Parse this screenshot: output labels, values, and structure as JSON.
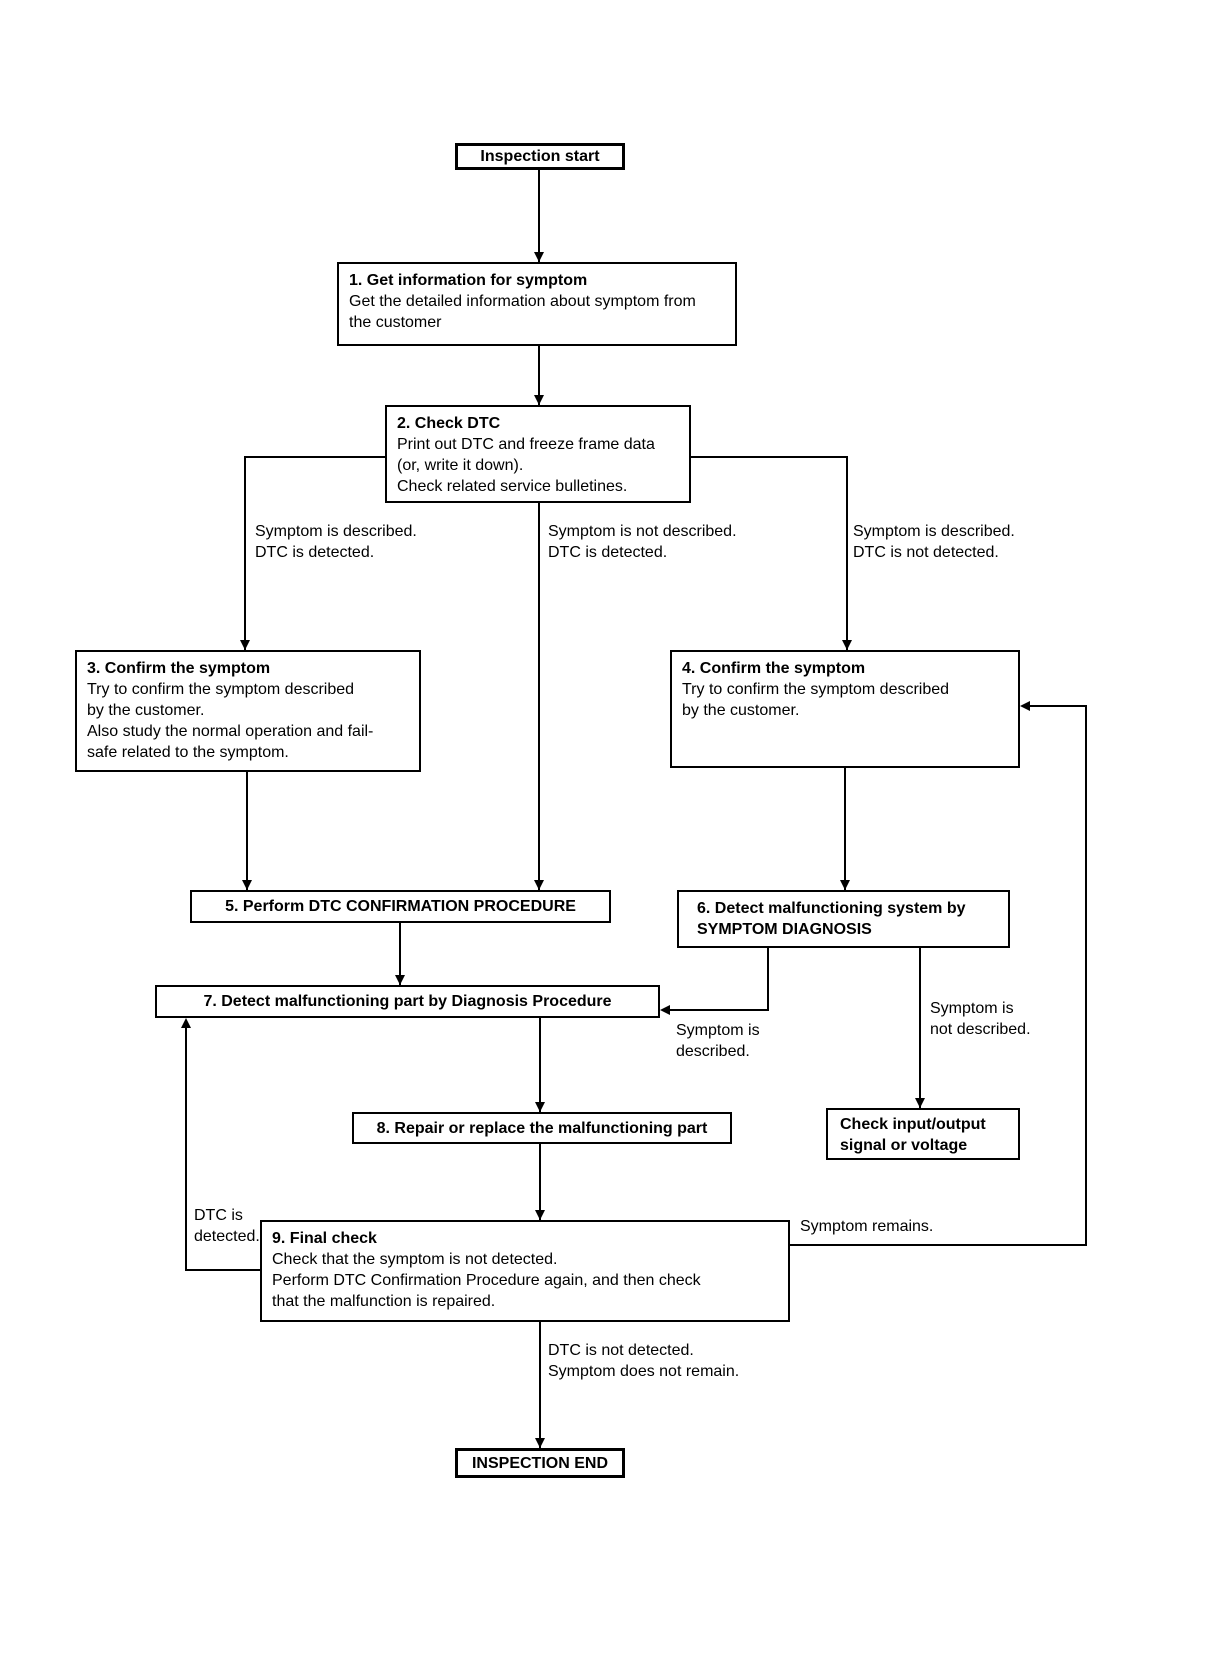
{
  "nodes": {
    "start": {
      "label": "Inspection start"
    },
    "step1": {
      "title": "1. Get information for symptom",
      "body": "Get the detailed information about symptom from\nthe customer"
    },
    "step2": {
      "title": "2. Check DTC",
      "body": "Print out DTC and freeze frame data\n(or, write it down).\nCheck related service bulletines."
    },
    "step3": {
      "title": "3. Confirm the symptom",
      "body": "Try to confirm the symptom described\nby the customer.\nAlso study the normal operation and fail-\nsafe related to the symptom."
    },
    "step4": {
      "title": "4. Confirm the symptom",
      "body": "Try to confirm the symptom described\nby the customer."
    },
    "step5": {
      "title": "5. Perform DTC CONFIRMATION PROCEDURE"
    },
    "step6": {
      "title": "6. Detect malfunctioning system by\nSYMPTOM DIAGNOSIS"
    },
    "step7": {
      "title": "7. Detect malfunctioning part by Diagnosis Procedure"
    },
    "step8": {
      "title": "8. Repair or replace the malfunctioning part"
    },
    "step9": {
      "title": "9. Final check",
      "body": "Check that the symptom is not detected.\nPerform DTC Confirmation Procedure again, and then check\nthat the malfunction is repaired."
    },
    "check_io": {
      "title": "Check input/output\nsignal or voltage"
    },
    "end": {
      "label": "INSPECTION END"
    }
  },
  "edge_labels": {
    "left_branch": "Symptom is described.\nDTC is detected.",
    "mid_branch": "Symptom is not described.\nDTC is detected.",
    "right_branch": "Symptom is described.\nDTC is not detected.",
    "symptom_described": "Symptom is\ndescribed.",
    "symptom_not_described": "Symptom is\nnot described.",
    "dtc_detected": "DTC is\ndetected.",
    "symptom_remains": "Symptom remains.",
    "dtc_not_detected": "DTC is not detected.\nSymptom does not remain."
  },
  "colors": {
    "line": "#000000",
    "background": "#ffffff",
    "text": "#000000"
  }
}
